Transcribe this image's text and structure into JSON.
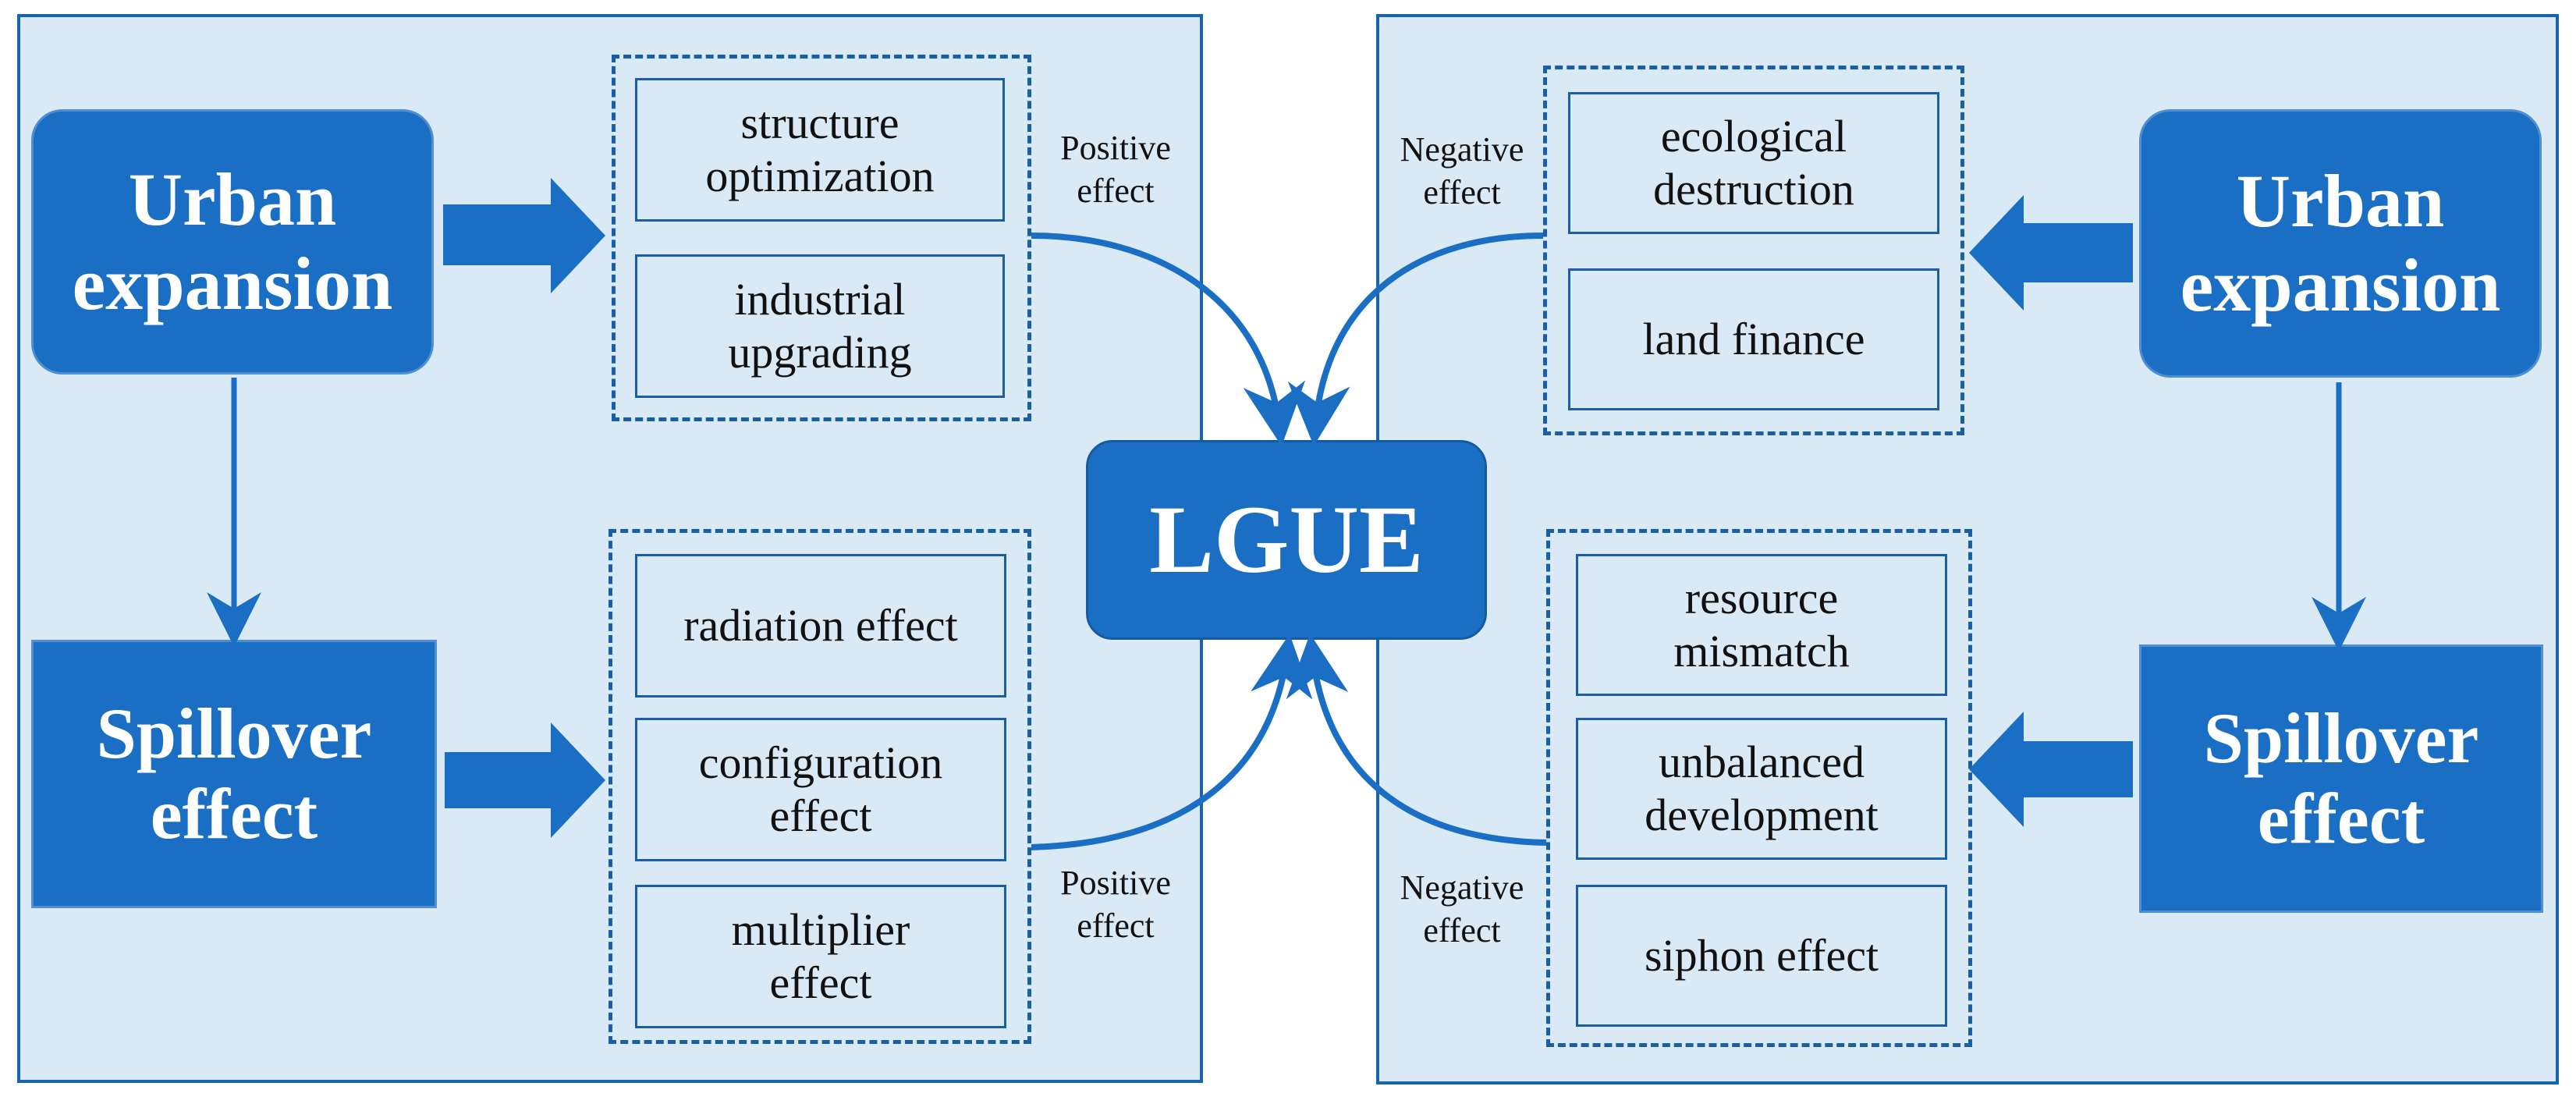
{
  "center": {
    "label": "LGUE"
  },
  "left": {
    "urban": "Urban\nexpansion",
    "spillover": "Spillover\neffect",
    "top_items": [
      "structure\noptimization",
      "industrial\nupgrading"
    ],
    "bottom_items": [
      "radiation effect",
      "configuration\neffect",
      "multiplier\neffect"
    ],
    "top_effect": "Positive\neffect",
    "bottom_effect": "Positive\neffect"
  },
  "right": {
    "urban": "Urban\nexpansion",
    "spillover": "Spillover\neffect",
    "top_items": [
      "ecological\ndestruction",
      "land finance"
    ],
    "bottom_items": [
      "resource\nmismatch",
      "unbalanced\ndevelopment",
      "siphon effect"
    ],
    "top_effect": "Negative\neffect",
    "bottom_effect": "Negative\neffect"
  },
  "colors": {
    "panel": "#d9e9f5",
    "box": "#1a6fc4",
    "line": "#1a5fa6"
  }
}
